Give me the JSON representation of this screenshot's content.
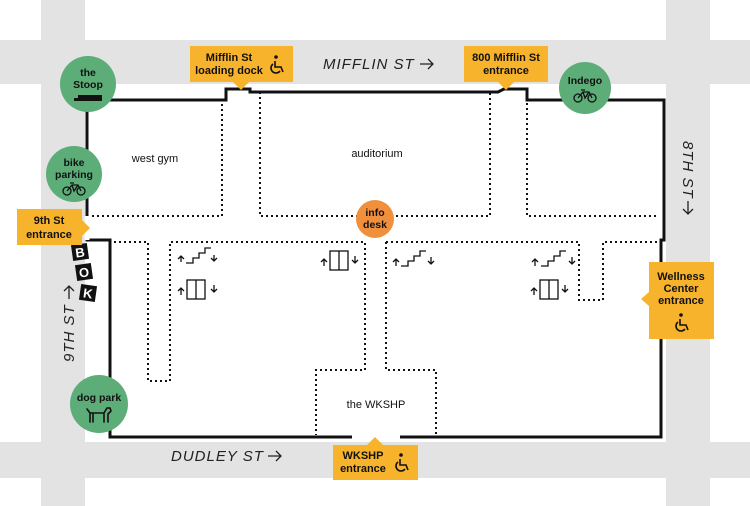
{
  "streets": {
    "mifflin": "MIFFLIN ST",
    "eighth": "8TH ST",
    "ninth": "9TH ST",
    "dudley": "DUDLEY ST"
  },
  "rooms": {
    "west_gym": "west gym",
    "auditorium": "auditorium",
    "wkshp": "the WKSHP"
  },
  "info_desk": {
    "line1": "info",
    "line2": "desk"
  },
  "entrances": {
    "mifflin_loading": {
      "line1": "Mifflin St",
      "line2": "loading dock",
      "accessible": true
    },
    "mifflin_800": {
      "line1": "800 Mifflin St",
      "line2": "entrance",
      "accessible": false
    },
    "ninth": {
      "line1": "9th St",
      "line2": "entrance",
      "accessible": false
    },
    "wellness": {
      "line1": "Wellness",
      "line2": "Center",
      "line3": "entrance",
      "accessible": true
    },
    "wkshp": {
      "line1": "WKSHP",
      "line2": "entrance",
      "accessible": true
    }
  },
  "places": {
    "stoop": {
      "line1": "the",
      "line2": "Stoop",
      "icon": "stoop-bench-icon"
    },
    "bike_parking": {
      "line1": "bike",
      "line2": "parking",
      "icon": "bicycle-icon"
    },
    "indego": {
      "label": "Indego",
      "icon": "bicycle-icon"
    },
    "dog_park": {
      "label": "dog park",
      "icon": "dog-icon"
    }
  },
  "bok_letters": [
    "B",
    "O",
    "K"
  ],
  "colors": {
    "street": "#e3e3e3",
    "wall": "#111111",
    "entrance_tag": "#f7b32b",
    "place_circle": "#5cad78",
    "info_circle": "#f08f3c"
  }
}
